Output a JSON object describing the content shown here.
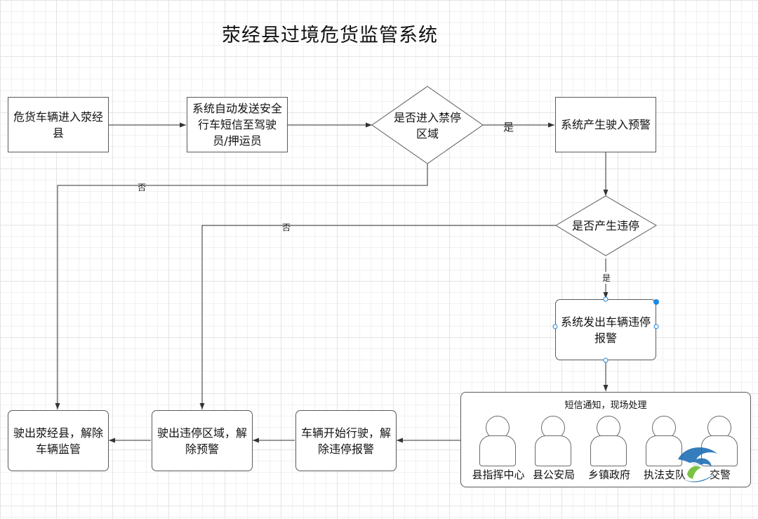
{
  "title": "荥经县过境危货监管系统",
  "nodes": {
    "enter_county": "危货车辆进入荥经县",
    "send_sms": "系统自动发送安全行车短信至驾驶员/押运员",
    "decision_forbidden_zone": "是否进入禁停区域",
    "entry_warning": "系统产生驶入预警",
    "decision_violation": "是否产生违停",
    "violation_alarm": "系统发出车辆违停报警",
    "start_driving": "车辆开始行驶，解除违停报警",
    "leave_zone": "驶出违停区域，解除预警",
    "leave_county": "驶出荥经县，解除车辆监管"
  },
  "edge_labels": {
    "yes_1": "是",
    "no_1": "否",
    "no_2": "否",
    "yes_2": "是"
  },
  "panel": {
    "title": "短信通知，现场处理",
    "people": [
      "县指挥中心",
      "县公安局",
      "乡镇政府",
      "执法支队",
      "交警"
    ]
  },
  "colors": {
    "line": "#333333",
    "border": "#5a5a5a",
    "handle_accent": "#1e88e5",
    "watermark_blue": "#1f6fb5",
    "watermark_green": "#7cc242"
  }
}
